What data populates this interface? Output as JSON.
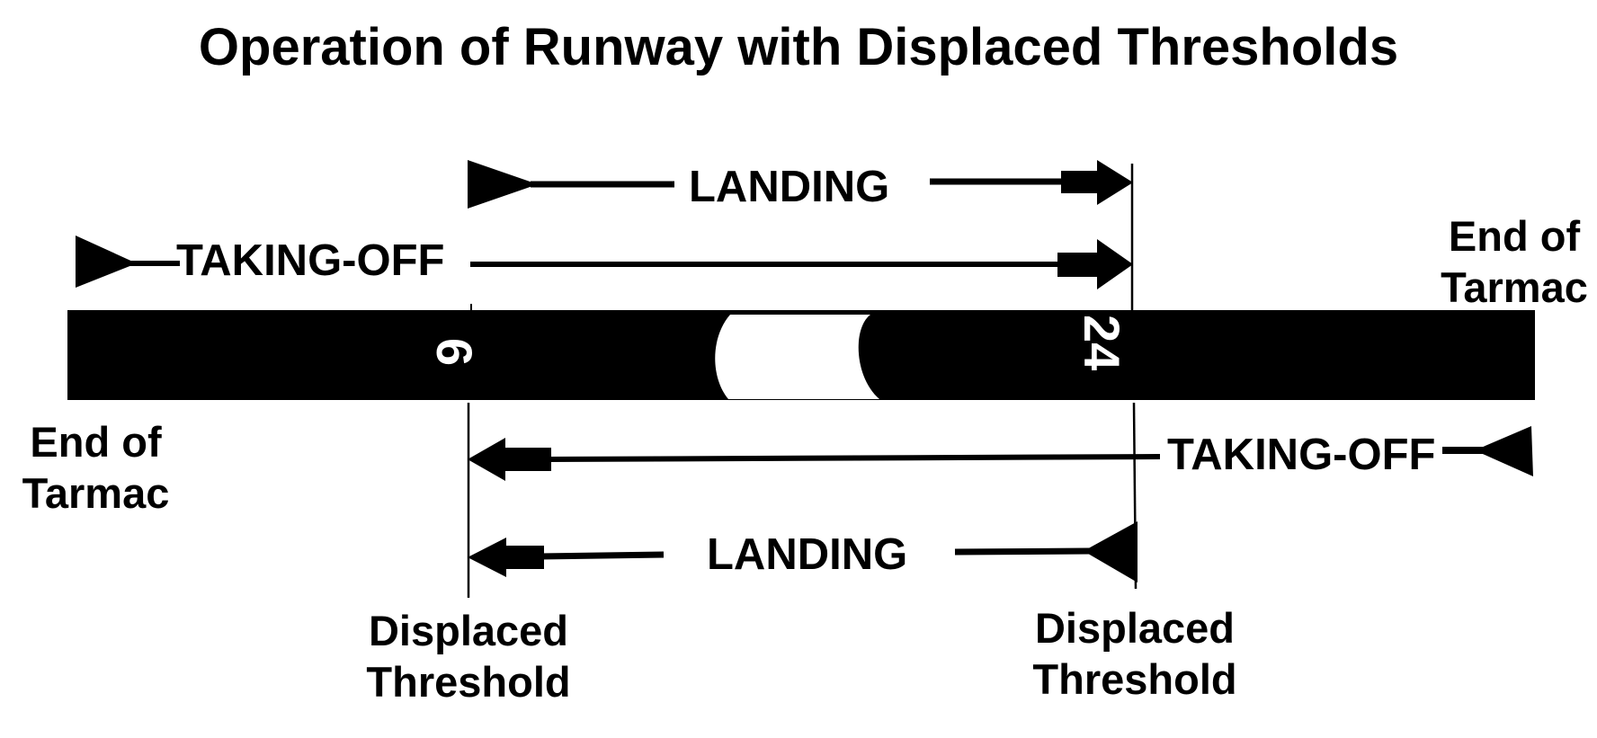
{
  "diagram": {
    "title": "Operation of Runway with Displaced Thresholds",
    "top_landing": "LANDING",
    "top_takeoff": "TAKING-OFF",
    "bottom_takeoff": "TAKING-OFF",
    "bottom_landing": "LANDING",
    "left_end": "End of\nTarmac",
    "right_end": "End of\nTarmac",
    "left_threshold": "Displaced\nThreshold",
    "right_threshold": "Displaced\nThreshold",
    "runway_left_number": "6",
    "runway_right_number": "24"
  },
  "colors": {
    "ink": "#000000",
    "runway": "#000000",
    "marking": "#ffffff"
  }
}
